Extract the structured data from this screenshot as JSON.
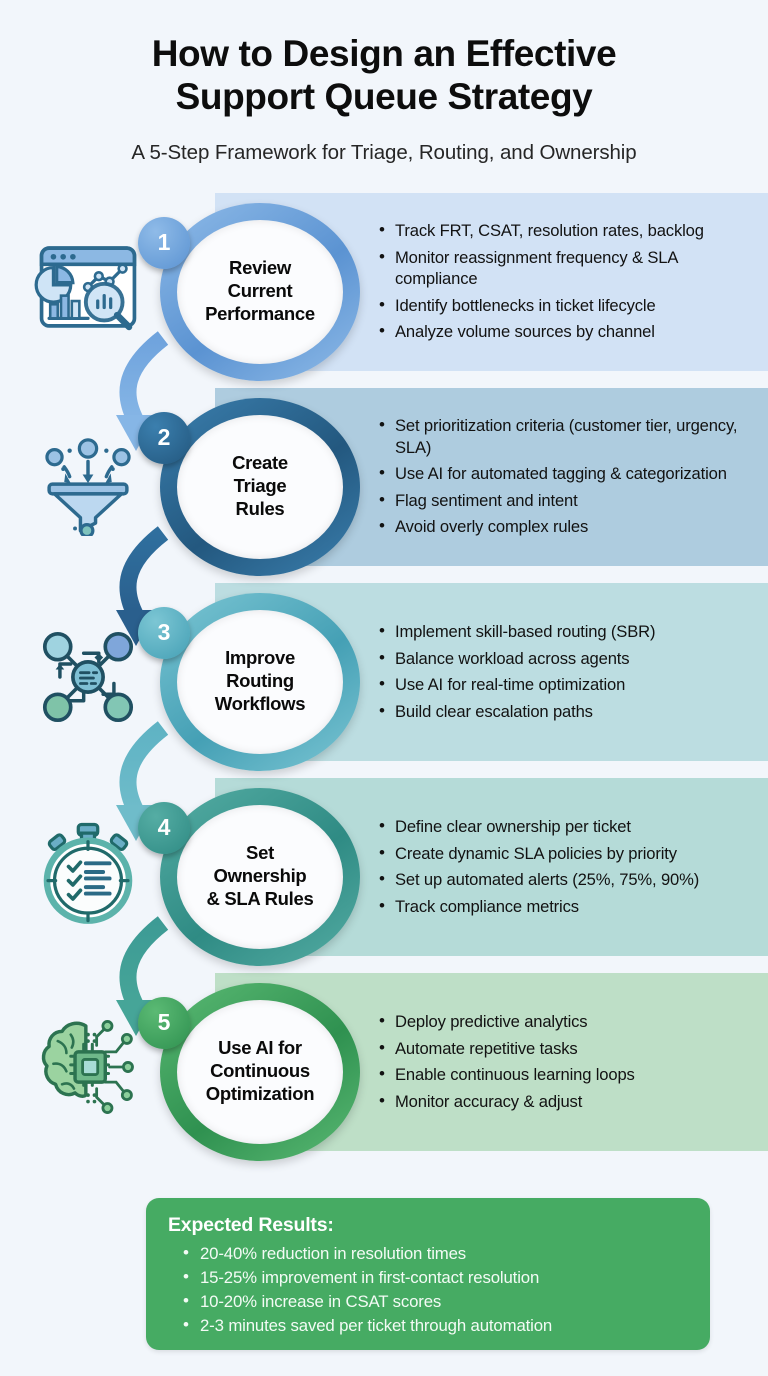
{
  "header": {
    "title_line1": "How to Design an Effective",
    "title_line2": "Support Queue Strategy",
    "subtitle": "A 5-Step Framework for Triage, Routing, and Ownership"
  },
  "colors": {
    "page_background": "#f2f6fb",
    "band_1": "#d2e2f5",
    "band_2": "#aeccdf",
    "band_3": "#bcdde1",
    "band_4": "#b5dbd8",
    "band_5": "#bedfc7",
    "ring_1": "#6fa3dd",
    "ring_2": "#2f6f9e",
    "ring_3": "#5fb3c4",
    "ring_4": "#3d9b95",
    "ring_5": "#3ea35c",
    "results_card": "#46ab63"
  },
  "steps": [
    {
      "number": "1",
      "title": "Review Current Performance",
      "title_lines": [
        "Review",
        "Current",
        "Performance"
      ],
      "icon": "analytics-dashboard-icon",
      "bullets": [
        "Track FRT, CSAT, resolution rates, backlog",
        "Monitor reassignment frequency & SLA compliance",
        "Identify bottlenecks in ticket lifecycle",
        "Analyze volume sources by channel"
      ]
    },
    {
      "number": "2",
      "title": "Create Triage Rules",
      "title_lines": [
        "Create",
        "Triage",
        "Rules"
      ],
      "icon": "funnel-filter-icon",
      "bullets": [
        "Set prioritization criteria (customer tier, urgency, SLA)",
        "Use AI for automated tagging & categorization",
        "Flag sentiment and intent",
        "Avoid overly complex rules"
      ]
    },
    {
      "number": "3",
      "title": "Improve Routing Workflows",
      "title_lines": [
        "Improve",
        "Routing",
        "Workflows"
      ],
      "icon": "network-routing-icon",
      "bullets": [
        "Implement skill-based routing (SBR)",
        "Balance workload across agents",
        "Use AI for real-time optimization",
        "Build clear escalation paths"
      ]
    },
    {
      "number": "4",
      "title": "Set Ownership & SLA Rules",
      "title_lines": [
        "Set",
        "Ownership",
        "& SLA Rules"
      ],
      "icon": "stopwatch-checklist-icon",
      "bullets": [
        "Define clear ownership per ticket",
        "Create dynamic SLA policies by priority",
        "Set up automated alerts (25%, 75%, 90%)",
        "Track compliance metrics"
      ]
    },
    {
      "number": "5",
      "title": "Use AI for Continuous Optimization",
      "title_lines": [
        "Use AI for",
        "Continuous",
        "Optimization"
      ],
      "icon": "brain-chip-ai-icon",
      "bullets": [
        "Deploy predictive analytics",
        "Automate repetitive tasks",
        "Enable continuous learning loops",
        "Monitor accuracy & adjust"
      ]
    }
  ],
  "results": {
    "heading": "Expected Results:",
    "items": [
      "20-40% reduction in resolution times",
      "15-25% improvement in first-contact resolution",
      "10-20% increase in CSAT scores",
      "2-3 minutes saved per ticket through automation"
    ]
  }
}
